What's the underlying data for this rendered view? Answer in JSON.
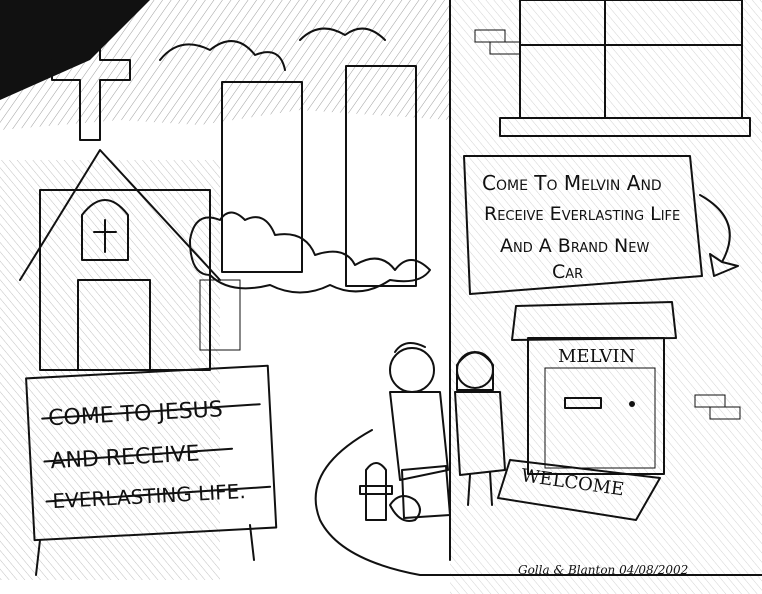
{
  "church_sign": {
    "line1": "COME TO JESUS",
    "line2": "AND RECEIVE",
    "line3": "EVERLASTING LIFE."
  },
  "melvin_sign": {
    "line1": "Come To Melvin And",
    "line2": "Receive Everlasting Life",
    "line3": "And A Brand New",
    "line4": "Car"
  },
  "store_name": "MELVIN",
  "doormat": "WELCOME",
  "signature": "Golla & Blanton  04/08/2002"
}
